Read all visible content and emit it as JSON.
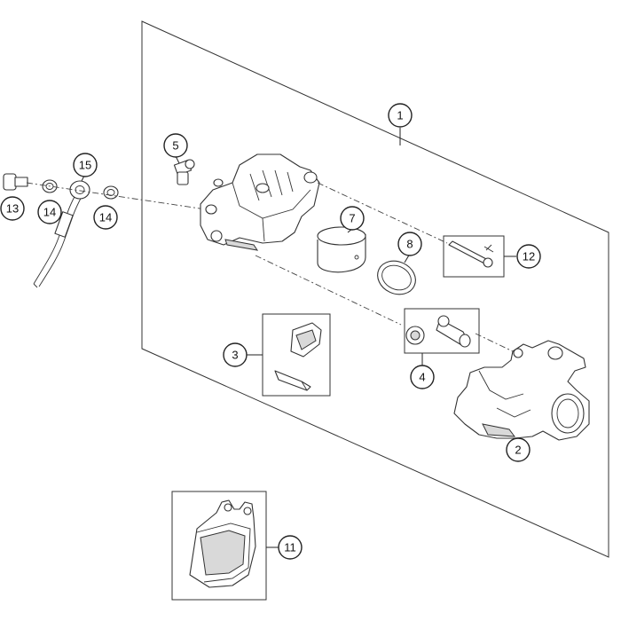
{
  "callouts": {
    "c1": "1",
    "c2": "2",
    "c3": "3",
    "c4": "4",
    "c5": "5",
    "c7": "7",
    "c8": "8",
    "c11": "11",
    "c12": "12",
    "c13": "13",
    "c14a": "14",
    "c14b": "14",
    "c15": "15"
  }
}
